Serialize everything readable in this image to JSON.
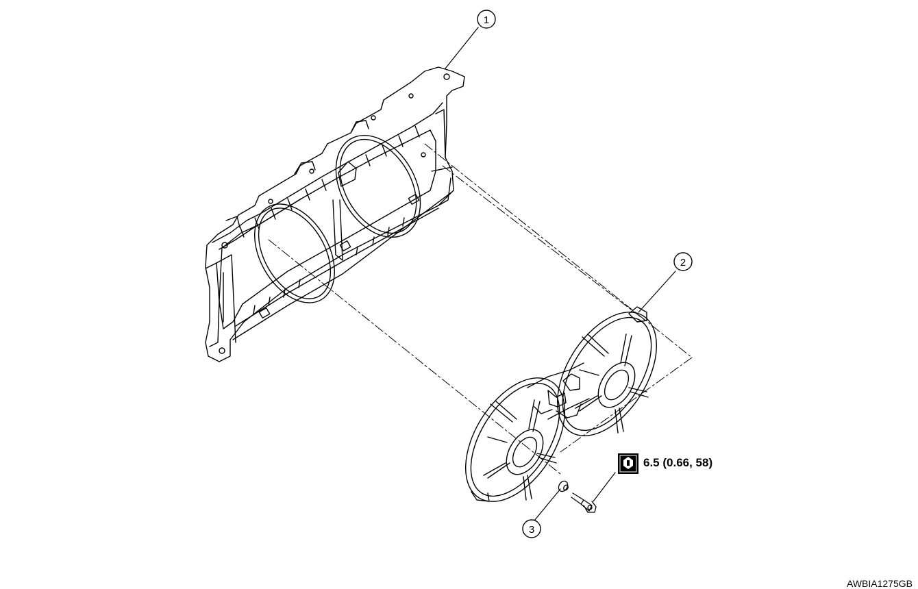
{
  "callouts": {
    "c1": "1",
    "c2": "2",
    "c3": "3"
  },
  "torque": {
    "icon": "torque-wrench-icon",
    "value": "6.5 (0.66, 58)"
  },
  "figure_code": "AWBIA1275GB"
}
